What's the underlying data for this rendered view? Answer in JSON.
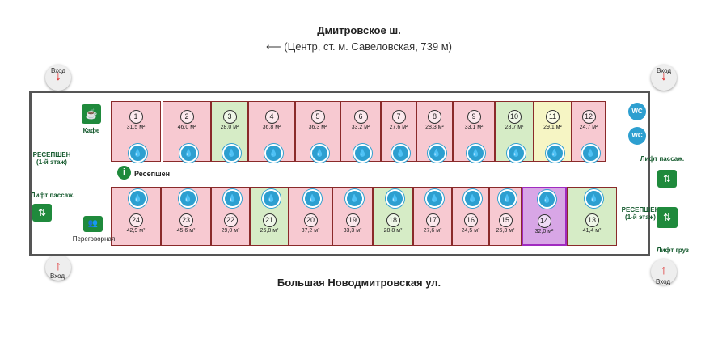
{
  "streets": {
    "top": "Дмитровское ш.",
    "top_sub": "(Центр, ст. м. Савеловская, 739 м)",
    "bottom": "Большая Новодмитровская ул."
  },
  "labels": {
    "entrance": "Вход",
    "cafe": "Кафе",
    "reception_main": "Ресепшен",
    "reception_left": "РЕСЕПШЕН\n(1-й этаж)",
    "reception_right": "РЕСЕПШЕН\n(1-й этаж)",
    "lift_pass": "Лифт пассаж.",
    "lift_cargo": "Лифт груз",
    "meeting": "Переговорная",
    "wc": "WC",
    "info_icon_glyph": "i"
  },
  "colors": {
    "pink": "#f7c9d1",
    "green": "#d6ecc6",
    "yellow": "#f6f5c4",
    "purple": "#d8a6e6",
    "accent": "#1f8a3c",
    "drop": "#2d9fd0"
  },
  "rooms_top": [
    {
      "num": "1",
      "area": "31,5 м²",
      "color": "pink"
    },
    {
      "num": "2",
      "area": "46,0 м²",
      "color": "pink"
    },
    {
      "num": "3",
      "area": "28,0 м²",
      "color": "green"
    },
    {
      "num": "4",
      "area": "36,8 м²",
      "color": "pink"
    },
    {
      "num": "5",
      "area": "36,3 м²",
      "color": "pink"
    },
    {
      "num": "6",
      "area": "33,2 м²",
      "color": "pink"
    },
    {
      "num": "7",
      "area": "27,6 м²",
      "color": "pink"
    },
    {
      "num": "8",
      "area": "28,3 м²",
      "color": "pink"
    },
    {
      "num": "9",
      "area": "33,1 м²",
      "color": "pink"
    },
    {
      "num": "10",
      "area": "28,7 м²",
      "color": "green"
    },
    {
      "num": "11",
      "area": "29,1 м²",
      "color": "yellow"
    },
    {
      "num": "12",
      "area": "24,7 м²",
      "color": "pink"
    }
  ],
  "rooms_bottom": [
    {
      "num": "24",
      "area": "42,9 м²",
      "color": "pink"
    },
    {
      "num": "23",
      "area": "45,6 м²",
      "color": "pink"
    },
    {
      "num": "22",
      "area": "29,0 м²",
      "color": "pink"
    },
    {
      "num": "21",
      "area": "26,8 м²",
      "color": "green"
    },
    {
      "num": "20",
      "area": "37,2 м²",
      "color": "pink"
    },
    {
      "num": "19",
      "area": "33,3 м²",
      "color": "pink"
    },
    {
      "num": "18",
      "area": "28,8 м²",
      "color": "green"
    },
    {
      "num": "17",
      "area": "27,6 м²",
      "color": "pink"
    },
    {
      "num": "16",
      "area": "24,5 м²",
      "color": "pink"
    },
    {
      "num": "15",
      "area": "26,3 м²",
      "color": "pink"
    },
    {
      "num": "14",
      "area": "32,0 м²",
      "color": "purple"
    },
    {
      "num": "13",
      "area": "41,4 м²",
      "color": "green"
    }
  ]
}
